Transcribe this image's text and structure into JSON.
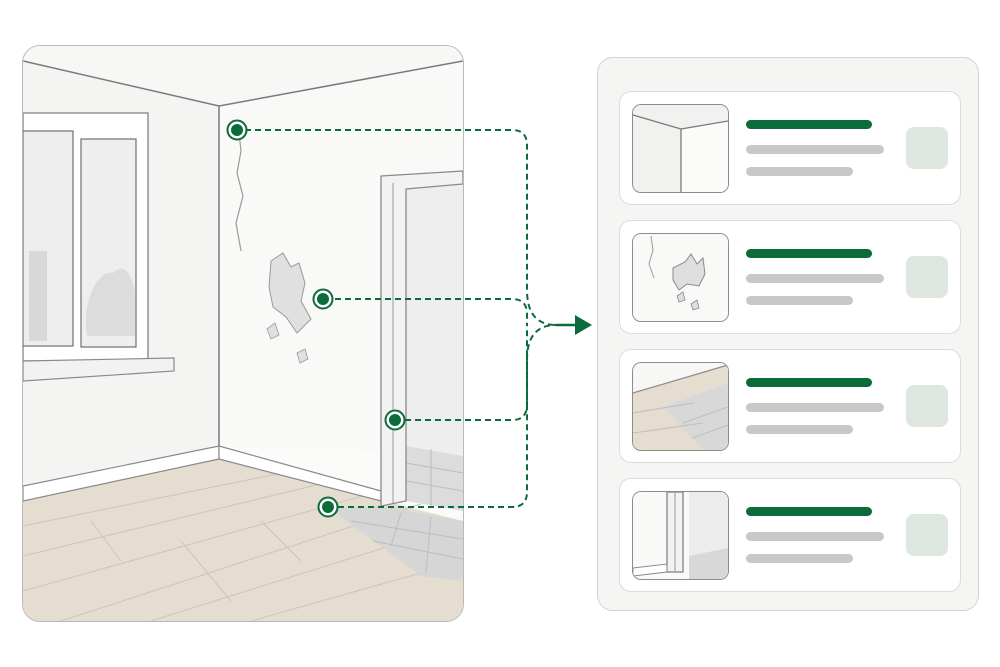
{
  "colors": {
    "accent": "#0b6b3a",
    "placeholder_text": "#c8c8c8",
    "tag_fill": "#dde6df"
  },
  "callouts": [
    {
      "target": "ceiling-corner-crack"
    },
    {
      "target": "peeling-plaster"
    },
    {
      "target": "door-frame-gap"
    },
    {
      "target": "floor-threshold"
    }
  ],
  "cards": [
    {
      "name": "card-ceiling-corner"
    },
    {
      "name": "card-peeling-plaster"
    },
    {
      "name": "card-floor-transition"
    },
    {
      "name": "card-door-frame"
    }
  ]
}
